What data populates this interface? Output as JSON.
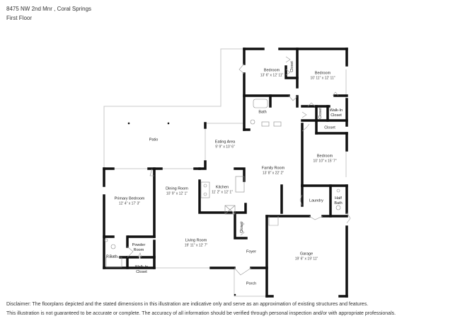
{
  "header": {
    "address": "8475 NW 2nd Mnr , Coral Springs",
    "floor": "First Floor"
  },
  "rooms": [
    {
      "name": "Bedroom",
      "dims": "13' 6\" x 12' 11\""
    },
    {
      "name": "Bedroom",
      "dims": "10' 11\" x 12' 11\""
    },
    {
      "name": "Closet"
    },
    {
      "name": "Bath"
    },
    {
      "name": "Closet"
    },
    {
      "name": "Walk-In Closet"
    },
    {
      "name": "Closet"
    },
    {
      "name": "Patio"
    },
    {
      "name": "Eating Area",
      "dims": "9' 9\" x 10' 6\""
    },
    {
      "name": "Family Room",
      "dims": "13' 8\" x 22' 2\""
    },
    {
      "name": "Bedroom",
      "dims": "10' 10\" x 15' 7\""
    },
    {
      "name": "Primary Bedroom",
      "dims": "12' 4\" x 17' 3\""
    },
    {
      "name": "Dining Room",
      "dims": "10' 9\" x 12' 1\""
    },
    {
      "name": "Kitchen",
      "dims": "11' 2\" x 12' 1\""
    },
    {
      "name": "Laundry"
    },
    {
      "name": "Half Bath"
    },
    {
      "name": "Closet"
    },
    {
      "name": "Powder Room"
    },
    {
      "name": "P.Bath"
    },
    {
      "name": "Living Room",
      "dims": "19' 11\" x 12' 7\""
    },
    {
      "name": "Foyer"
    },
    {
      "name": "Garage",
      "dims": "19' 6\" x 19' 11\""
    },
    {
      "name": "Walk-In Closet"
    },
    {
      "name": "Porch"
    }
  ],
  "disclaimer": {
    "line1": "Disclaimer: The floorplans depicted and the stated dimensions in this illustration are indicative only and serve as an approximation of existing structures and features.",
    "line2": "This illustration is not guaranteed to be accurate or complete. The accuracy of all information should be verified through personal inspection and/or with appropriate professionals."
  }
}
